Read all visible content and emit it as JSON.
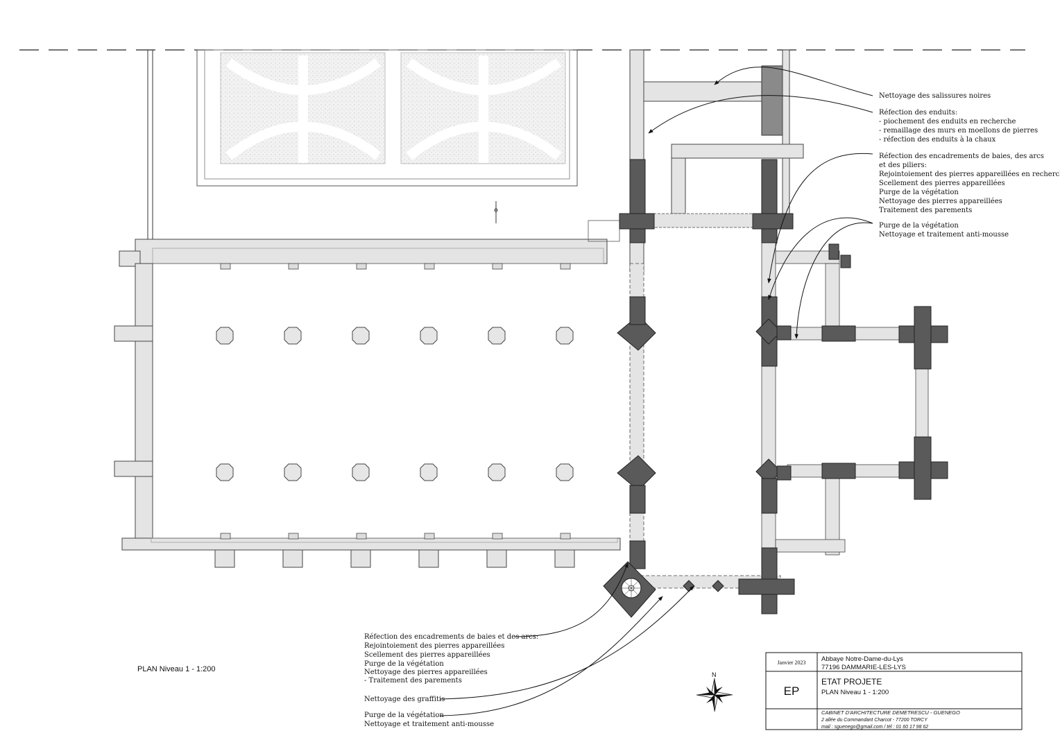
{
  "plan_label": "PLAN Niveau 1 - 1:200",
  "north_label": "N",
  "annotations": {
    "right": [
      {
        "lines": [
          "Nettoyage des salissures noires"
        ]
      },
      {
        "lines": [
          "Réfection des enduits:",
          "- piochement des enduits en recherche",
          "- remaillage des murs en moellons de pierres",
          "- réfection des enduits à la chaux"
        ]
      },
      {
        "lines": [
          "Réfection des encadrements de baies, des arcs",
          "et des piliers:",
          "Rejointoiement des pierres appareillées en recherche",
          "Scellement des pierres appareillées",
          "Purge de la végétation",
          "Nettoyage des pierres appareillées",
          "Traitement des parements"
        ]
      },
      {
        "lines": [
          "Purge de la végétation",
          "Nettoyage et traitement anti-mousse"
        ]
      }
    ],
    "bottom": [
      {
        "lines": [
          "Réfection des encadrements de baies et des arcs:",
          "Rejointoiement des pierres appareillées",
          "Scellement des pierres appareillées",
          "Purge de la végétation",
          "Nettoyage des pierres appareillées",
          "- Traitement des parements"
        ]
      },
      {
        "lines": [
          "Nettoyage des graffitis"
        ]
      },
      {
        "lines": [
          "Purge de la végétation",
          "Nettoyage et traitement anti-mousse"
        ]
      }
    ]
  },
  "title_block": {
    "date": "Janvier 2023",
    "project_name": "Abbaye Notre-Dame-du-Lys",
    "project_address": "77196 DAMMARIE-LES-LYS",
    "code": "EP",
    "phase": "ETAT PROJETE",
    "sheet": "PLAN Niveau 1 - 1:200",
    "firm": "CABINET D'ARCHITECTURE DEMETRESCU - GUENEGO",
    "firm_address": "2 allée du Commandant Charcot - 77200 TORCY",
    "firm_contact": "mail : sguenego@gmail.com / tél : 01 60 17 98 62"
  },
  "colors": {
    "ink": "#111111",
    "dark_wall": "#5a5a5a",
    "light_wall": "#e4e4e4",
    "hatch": "#cfcfcf"
  }
}
